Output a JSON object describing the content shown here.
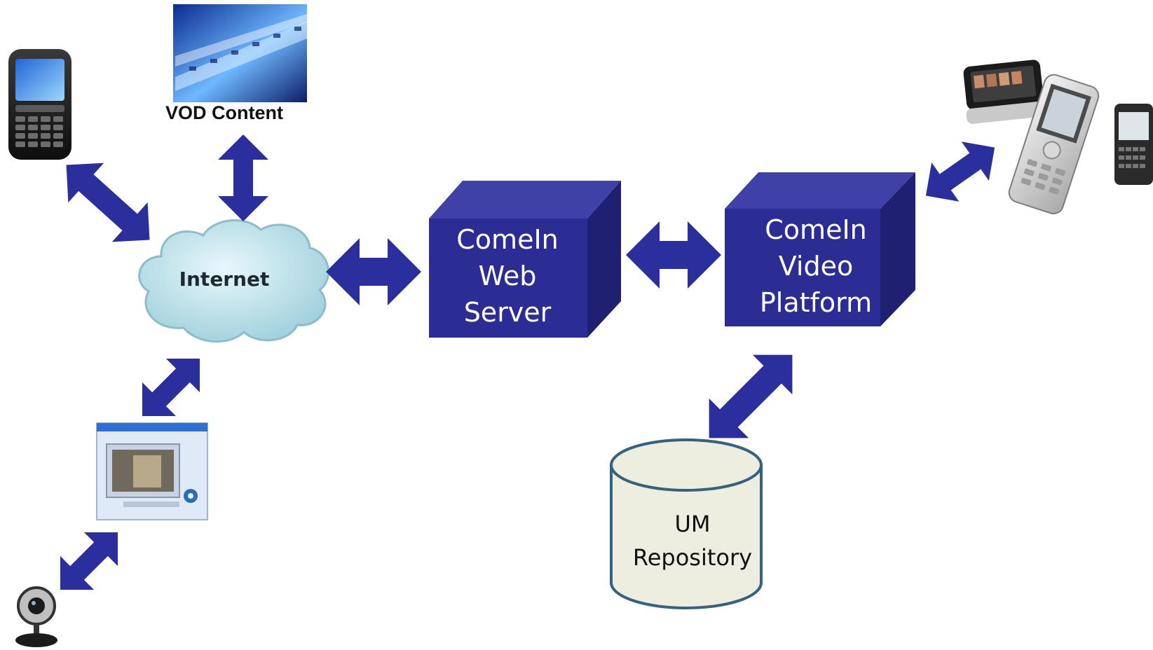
{
  "colors": {
    "arrow": "#2b2f9e",
    "cube_front": "#2c2d94",
    "cube_top": "#3f41a6",
    "cube_side": "#1f2072",
    "cloud": "#bfe3ec",
    "cylinder_fill": "#eeeee0",
    "cylinder_stroke": "#34627f"
  },
  "nodes": {
    "vod": {
      "label": "VOD Content",
      "icon": "film-reel-icon"
    },
    "internet": {
      "label": "Internet",
      "icon": "cloud-icon"
    },
    "web_server": {
      "lines": [
        "ComeIn",
        "Web",
        "Server"
      ]
    },
    "video_platform": {
      "lines": [
        "ComeIn",
        "Video",
        "Platform"
      ]
    },
    "repository": {
      "lines": [
        "UM",
        "Repository"
      ]
    },
    "devices": {
      "smartphone_left": "smartphone-icon",
      "desktop_app": "desktop-window-icon",
      "webcam": "webcam-icon",
      "mobile_phones_right": "mobile-phones-icon"
    }
  }
}
